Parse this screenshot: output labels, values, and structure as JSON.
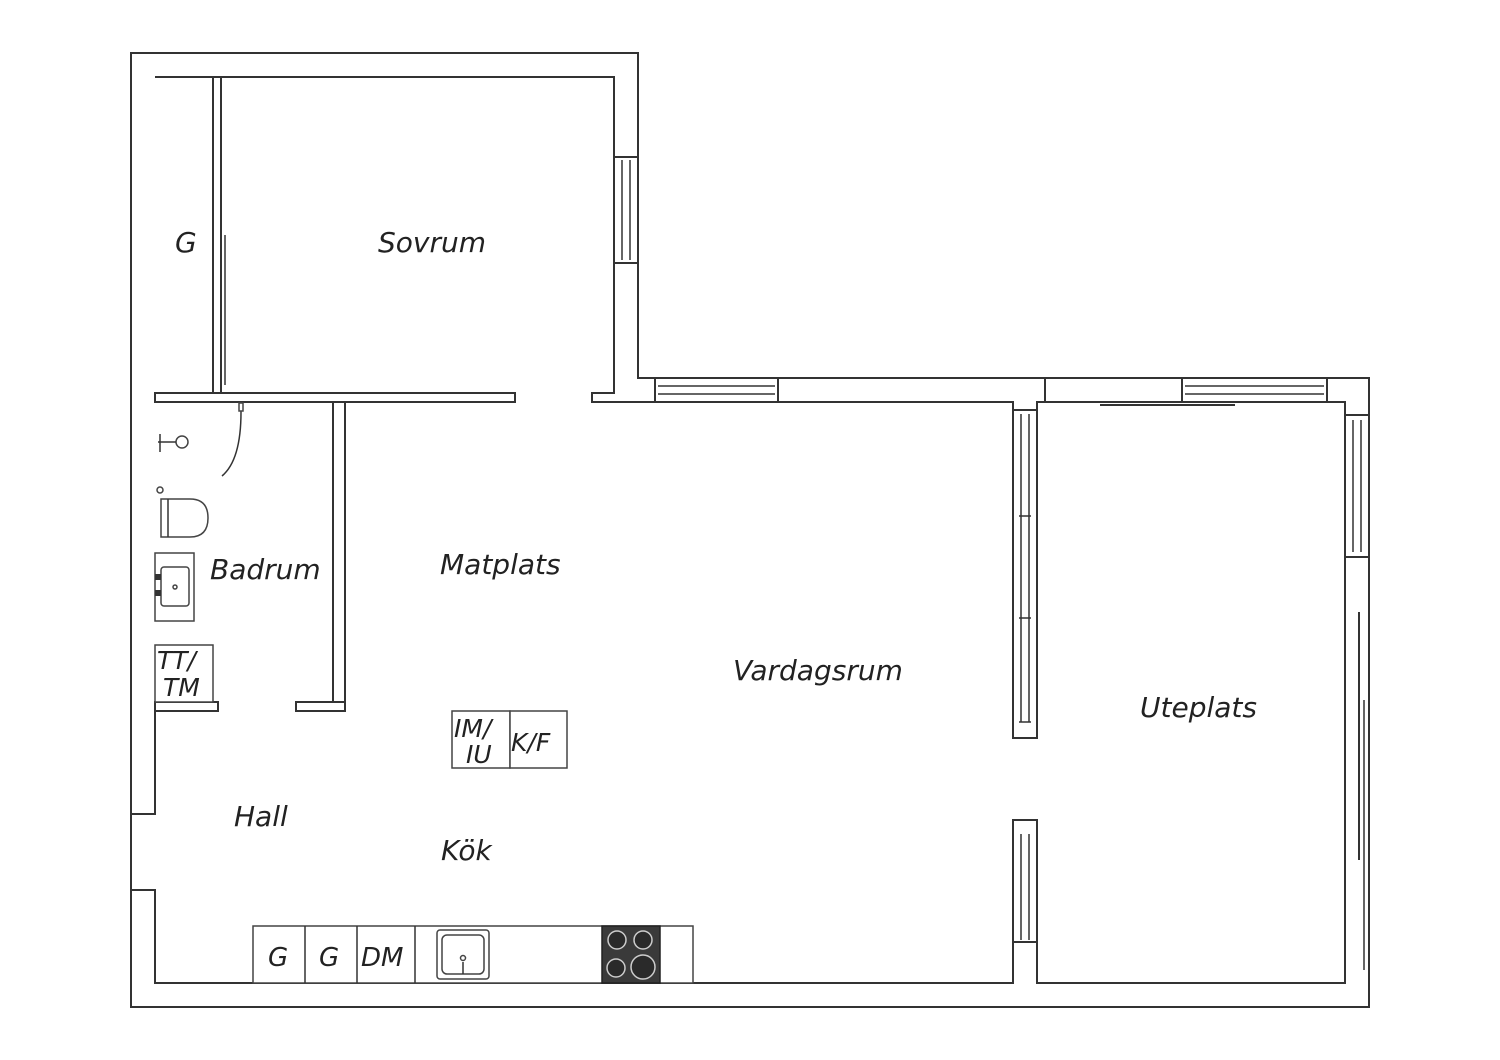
{
  "rooms": {
    "sovrum": "Sovrum",
    "garderob": "G",
    "badrum": "Badrum",
    "matplats": "Matplats",
    "vardagsrum": "Vardagsrum",
    "uteplats": "Uteplats",
    "hall": "Hall",
    "kok": "Kök"
  },
  "fixtures": {
    "tt_line1": "TT/",
    "tt_line2": "TM",
    "im_line1": "IM/",
    "im_line2": "IU",
    "kf": "K/F",
    "g1": "G",
    "g2": "G",
    "dm": "DM"
  }
}
